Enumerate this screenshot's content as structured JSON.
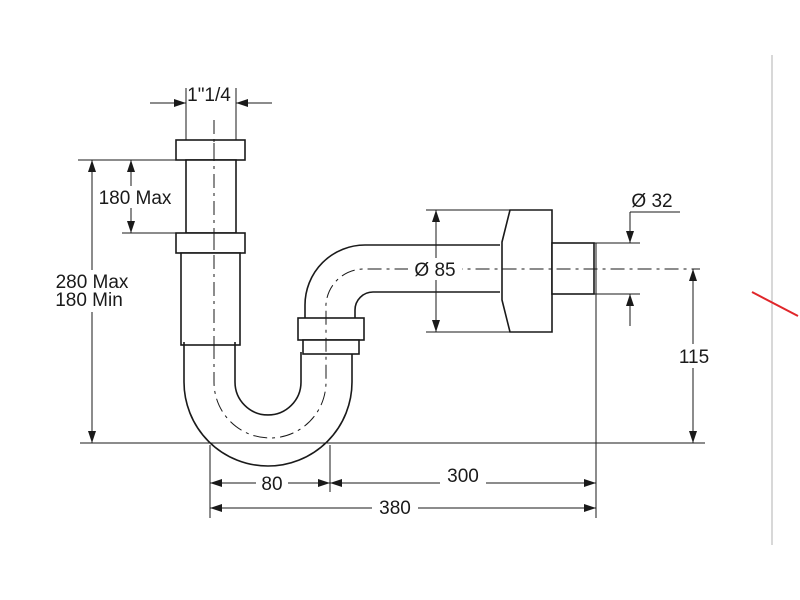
{
  "labels": {
    "top_diameter": "1\"1/4",
    "inner_max": "180 Max",
    "total_max": "280 Max",
    "total_min": "180 Min",
    "pipe_diameter": "Ø 85",
    "outlet_diameter": "Ø 32",
    "height_right": "115",
    "width_left": "80",
    "width_right": "300",
    "width_total": "380"
  },
  "colors": {
    "line": "#1a1a1a",
    "accent_mark": "#e0262a",
    "frame": "#bdbdbd"
  }
}
